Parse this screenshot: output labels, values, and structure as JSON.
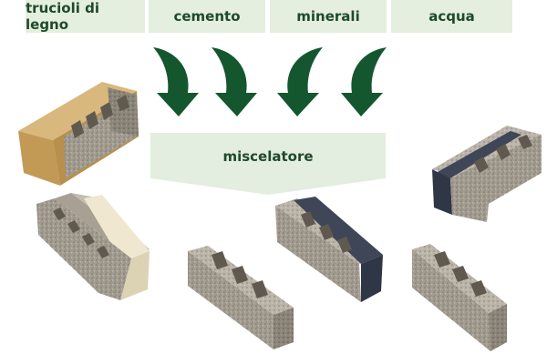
{
  "ingredients": [
    {
      "label": "trucioli di legno"
    },
    {
      "label": "cemento"
    },
    {
      "label": "minerali"
    },
    {
      "label": "acqua"
    }
  ],
  "mixer": {
    "label": "miscelatore"
  },
  "blocks": [
    {
      "name": "block-wood-insulation",
      "insert": "wood-fibre"
    },
    {
      "name": "block-mineral-wool",
      "insert": "mineral-wool"
    },
    {
      "name": "block-plain-1",
      "insert": "none"
    },
    {
      "name": "block-dark-insulation-left",
      "insert": "graphite-eps"
    },
    {
      "name": "block-dark-insulation-right",
      "insert": "graphite-eps"
    },
    {
      "name": "block-plain-2",
      "insert": "none"
    }
  ],
  "colors": {
    "label_band": "#e4efdf",
    "label_text": "#1e4a2b",
    "arrow": "#14572f",
    "mixer": "#e3ede0",
    "concrete": "#a39c91",
    "wood_insert": "#c9a465",
    "cream_insert": "#e6dcc0",
    "dark_insert": "#3e4658"
  }
}
